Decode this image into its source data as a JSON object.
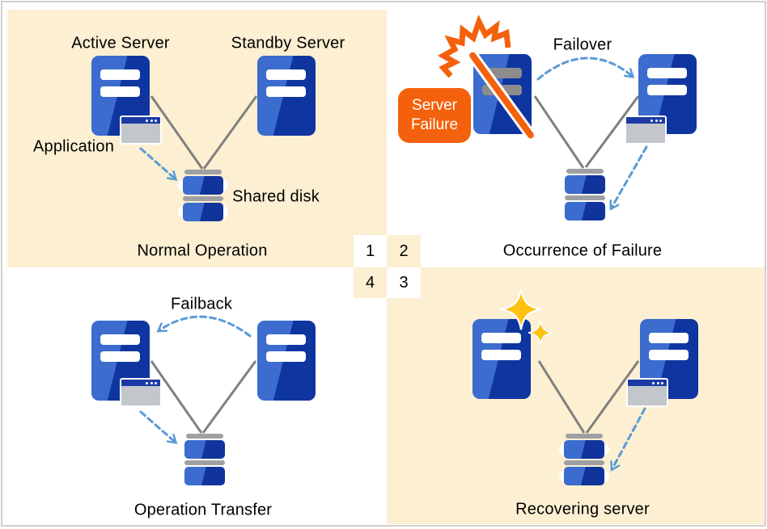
{
  "colors": {
    "quadrant_cream": "#FCEFD2",
    "server_blue_light": "#3B6CCE",
    "server_blue_dark": "#0F35A0",
    "window_body_gray": "#C3C6CB",
    "window_titlebar_blue": "#1B3AA4",
    "failure_orange": "#F4610C",
    "arrow_blue": "#5B9BD5",
    "connector_gray": "#808080",
    "disk_cap_gray": "#9EA0A3",
    "sparkle_gold": "#FFC110",
    "failed_slot_gray": "#8C8C8C",
    "frame_border_gray": "#CFCFCF",
    "text_black": "#000000"
  },
  "icons": {
    "server": "blue two-tone tower with two slots",
    "application_window": "gray window, blue titlebar, three dots",
    "shared_disk": "blue disk stack with gray caps and white side bumps",
    "failure_burst": "orange zigzag burst",
    "failure_slash": "orange diagonal slash with white outline",
    "sparkles": "gold four-point stars",
    "dashed_arrow": "light-blue dashed arrow with open chevron head"
  },
  "panels": {
    "normal_operation": {
      "number": "1",
      "caption": "Normal Operation",
      "active_server_label": "Active Server",
      "standby_server_label": "Standby Server",
      "application_label": "Application",
      "shared_disk_label": "Shared disk"
    },
    "occurrence_of_failure": {
      "number": "2",
      "caption": "Occurrence of Failure",
      "failover_label": "Failover",
      "server_failure_line1": "Server",
      "server_failure_line2": "Failure"
    },
    "recovering_server": {
      "number": "3",
      "caption": "Recovering server"
    },
    "operation_transfer": {
      "number": "4",
      "caption": "Operation Transfer",
      "failback_label": "Failback"
    }
  }
}
